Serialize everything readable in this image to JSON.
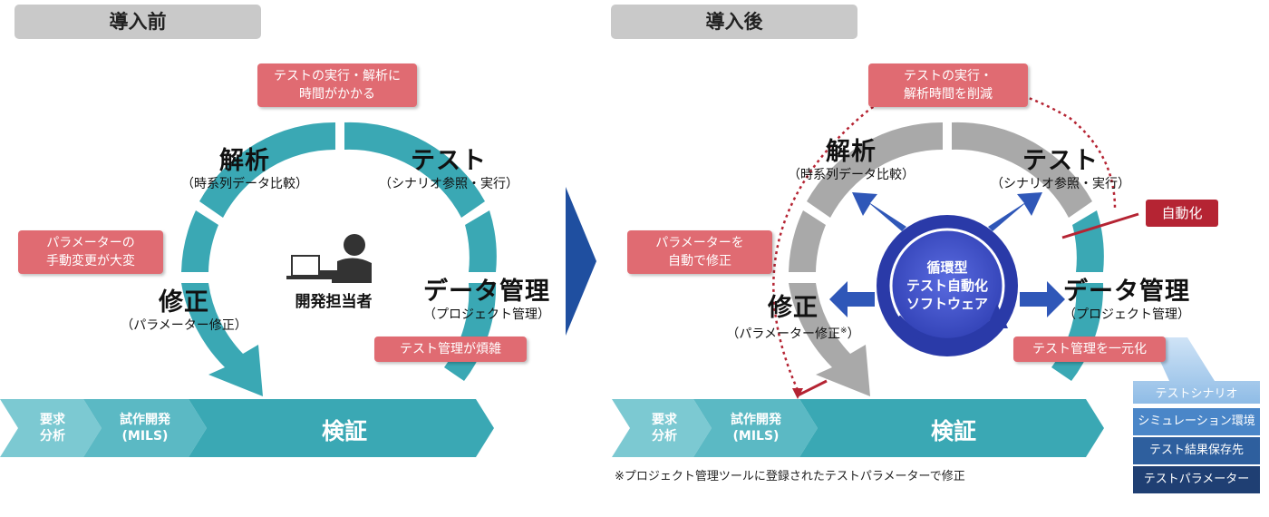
{
  "before": {
    "header": "導入前",
    "callout_top": [
      "テストの実行・解析に",
      "時間がかかる"
    ],
    "callout_left": [
      "パラメーターの",
      "手動変更が大変"
    ],
    "callout_right": "テスト管理が煩雑",
    "stage_analysis": {
      "title": "解析",
      "sub": "（時系列データ比較）"
    },
    "stage_test": {
      "title": "テスト",
      "sub": "（シナリオ参照・実行）"
    },
    "stage_fix": {
      "title": "修正",
      "sub": "（パラメーター修正）"
    },
    "stage_data": {
      "title": "データ管理",
      "sub": "（プロジェクト管理）"
    },
    "person_label": "開発担当者",
    "process": {
      "req": [
        "要求",
        "分析"
      ],
      "proto": [
        "試作開発",
        "(MILS)"
      ],
      "verify": "検証"
    }
  },
  "after": {
    "header": "導入後",
    "callout_top": [
      "テストの実行・",
      "解析時間を削減"
    ],
    "callout_left": [
      "パラメーターを",
      "自動で修正"
    ],
    "callout_right": "テスト管理を一元化",
    "tag_auto": "自動化",
    "stage_analysis": {
      "title": "解析",
      "sub": "（時系列データ比較）"
    },
    "stage_test": {
      "title": "テスト",
      "sub": "（シナリオ参照・実行）"
    },
    "stage_fix": {
      "title": "修正",
      "sub": "（パラメーター修正",
      "mark": "※",
      "close": "）"
    },
    "stage_data": {
      "title": "データ管理",
      "sub": "（プロジェクト管理）"
    },
    "center": [
      "循環型",
      "テスト自動化",
      "ソフトウェア"
    ],
    "stack": [
      "テストシナリオ",
      "シミュレーション環境",
      "テスト結果保存先",
      "テストパラメーター"
    ],
    "note": "※プロジェクト管理ツールに登録されたテストパラメーターで修正",
    "process": {
      "req": [
        "要求",
        "分析"
      ],
      "proto": [
        "試作開発",
        "(MILS)"
      ],
      "verify": "検証"
    }
  },
  "colors": {
    "teal": "#3aa8b4",
    "teal_light": "#7cc9d2",
    "teal_mid": "#5bb9c4",
    "gray_ring": "#a9a9a9",
    "callout": "#e06b72",
    "red_tag": "#b52433",
    "blue_center": "#3b4bc8",
    "navy": "#1f4fa0"
  }
}
